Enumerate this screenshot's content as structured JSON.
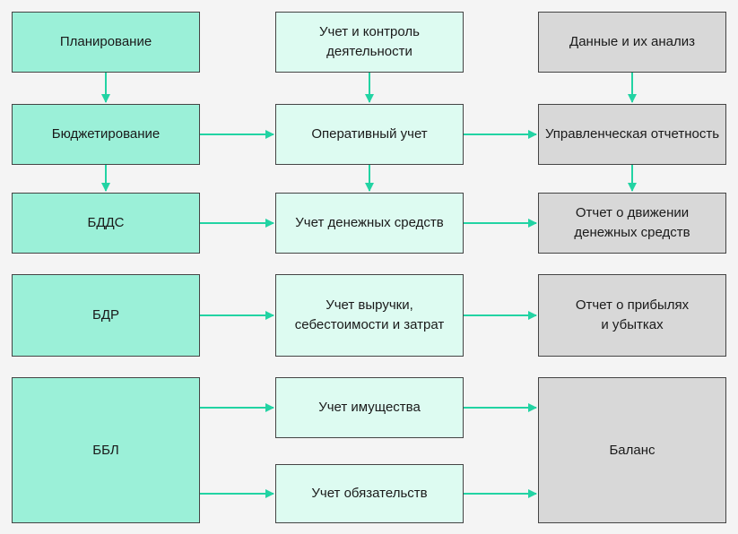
{
  "colors": {
    "background": "#f4f4f4",
    "plan_fill": "#9bf0d8",
    "accounting_fill": "#ddfbf1",
    "report_fill": "#d8d8d8",
    "border": "#444444",
    "arrow": "#22d3a3"
  },
  "columns": {
    "plan": {
      "header": "Планирование",
      "budgeting": "Бюджетирование",
      "bdds": "БДДС",
      "bdr": "БДР",
      "bbl": "ББЛ"
    },
    "accounting": {
      "header": "Учет и контроль\nдеятельности",
      "operational": "Оперативный учет",
      "cash": "Учет денежных средств",
      "revenue": "Учет выручки,\nсебестоимости и затрат",
      "property": "Учет имущества",
      "liabilities": "Учет обязательств"
    },
    "reports": {
      "header": "Данные и их анализ",
      "management": "Управленческая отчетность",
      "cashflow": "Отчет о движении\nденежных средств",
      "pnl": "Отчет о прибылях\nи убытках",
      "balance": "Баланс"
    }
  }
}
